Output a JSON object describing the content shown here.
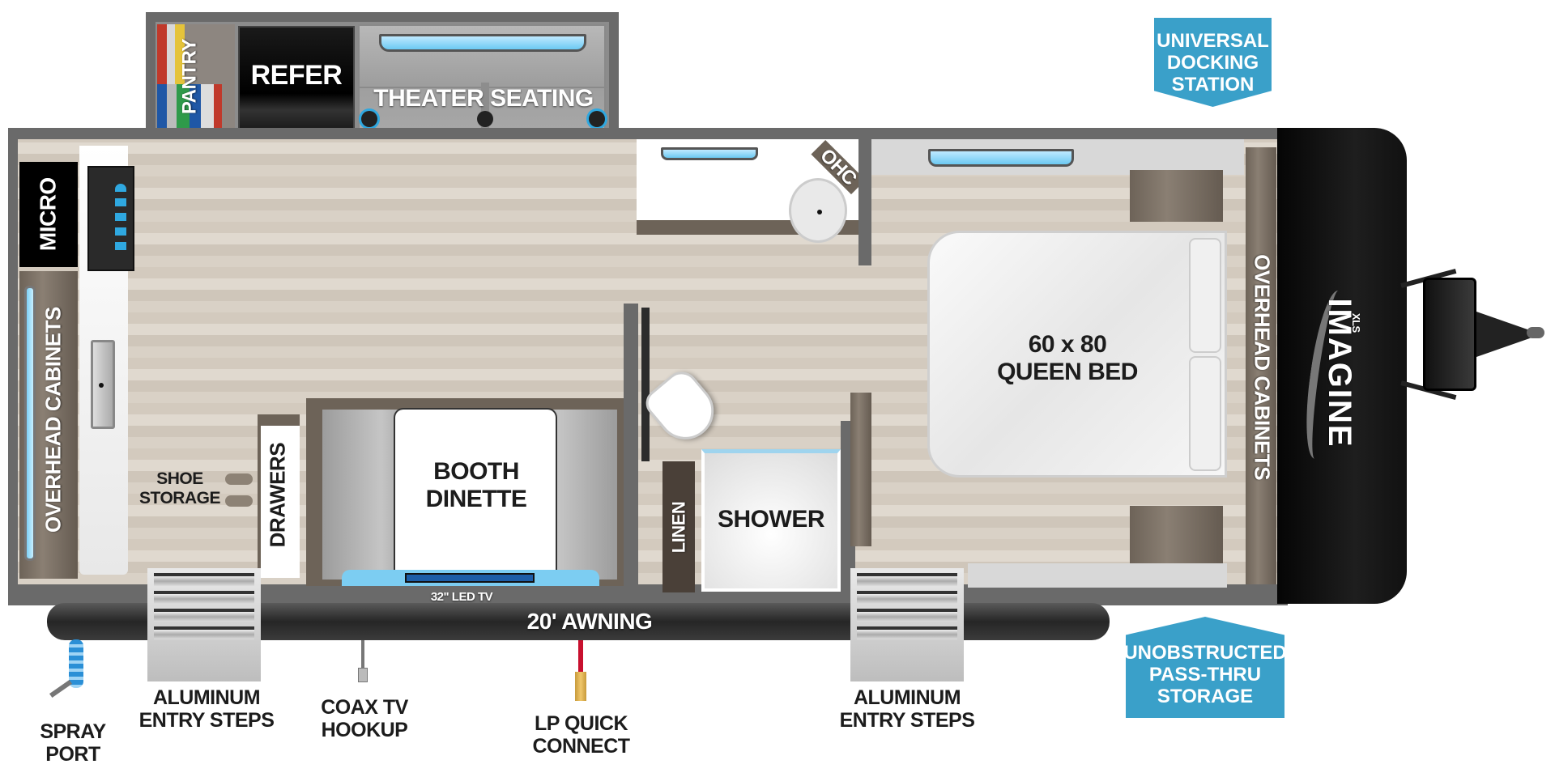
{
  "floorplan": {
    "brand_logo": "IMAGINE",
    "brand_sublogo": "XLS",
    "rooms": {
      "pantry": "PANTRY",
      "refer": "REFER",
      "theater_seating": "THEATER SEATING",
      "micro": "MICRO",
      "overhead_cabinets_left": "OVERHEAD CABINETS",
      "shoe_storage": "SHOE STORAGE",
      "drawers": "DRAWERS",
      "booth_dinette": "BOOTH DINETTE",
      "led_tv": "32\" LED TV",
      "ohc": "OHC",
      "linen": "LINEN",
      "shower": "SHOWER",
      "queen_bed_size": "60 x 80",
      "queen_bed": "QUEEN BED",
      "overhead_cabinets_right": "OVERHEAD CABINETS"
    },
    "exterior": {
      "awning": "20' AWNING",
      "spray_port": [
        "SPRAY",
        "PORT"
      ],
      "entry_steps_left": [
        "ALUMINUM",
        "ENTRY STEPS"
      ],
      "coax_tv_hookup": [
        "COAX TV",
        "HOOKUP"
      ],
      "lp_quick_connect": [
        "LP QUICK",
        "CONNECT"
      ],
      "entry_steps_right": [
        "ALUMINUM",
        "ENTRY STEPS"
      ]
    },
    "callouts": {
      "universal_docking_station": [
        "UNIVERSAL",
        "DOCKING",
        "STATION"
      ],
      "pass_thru_storage": [
        "UNOBSTRUCTED",
        "PASS-THRU",
        "STORAGE"
      ]
    },
    "colors": {
      "callout_blue": "#3aa0c9",
      "wall_gray": "#6a6a6a",
      "front_cap": "#111111",
      "lp_line_red": "#c8102e",
      "spray_hose_blue": "#2a8fd6"
    }
  }
}
